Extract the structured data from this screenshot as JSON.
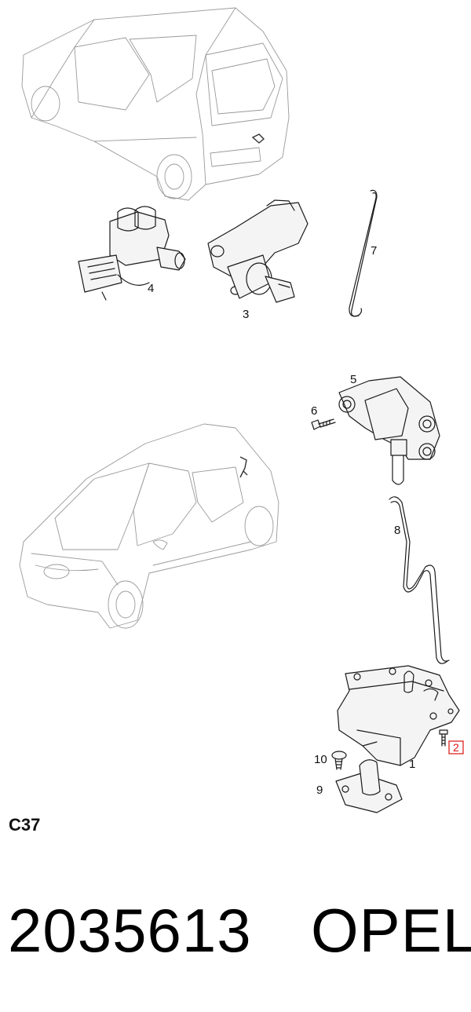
{
  "diagram": {
    "code": "C37",
    "callouts": {
      "c1": "1",
      "c2": "2",
      "c3": "3",
      "c4": "4",
      "c5": "5",
      "c6": "6",
      "c7": "7",
      "c8": "8",
      "c9": "9",
      "c10": "10"
    }
  },
  "footer": {
    "part_number": "2035613",
    "brand": "OPEL"
  },
  "colors": {
    "line": "#1a1a1a",
    "car_outline": "#9a9a9a",
    "highlight_box": "#dd1111"
  }
}
